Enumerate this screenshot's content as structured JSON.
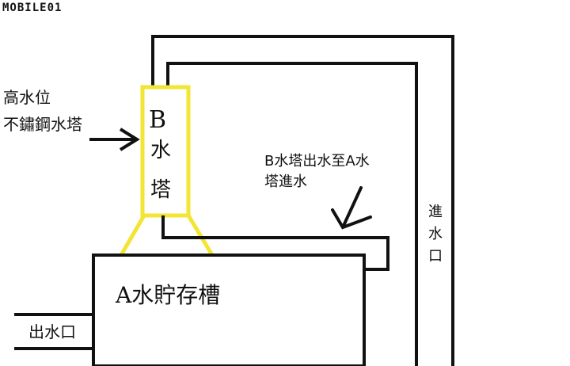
{
  "logo": {
    "text": "MOBILE01"
  },
  "labels": {
    "high_level": "高水位",
    "stainless": "不鏽鋼水塔",
    "b_tower_letter": "B",
    "b_tower_char1": "水",
    "b_tower_char2": "塔",
    "flow_line1": "B水塔出水至A水",
    "flow_line2": "塔進水",
    "inlet_char1": "進",
    "inlet_char2": "水",
    "inlet_char3": "口",
    "tank_a": "A水貯存槽",
    "outlet": "出水口"
  },
  "colors": {
    "line": "#111111",
    "tower_outline": "#f2e533",
    "background": "#ffffff"
  }
}
